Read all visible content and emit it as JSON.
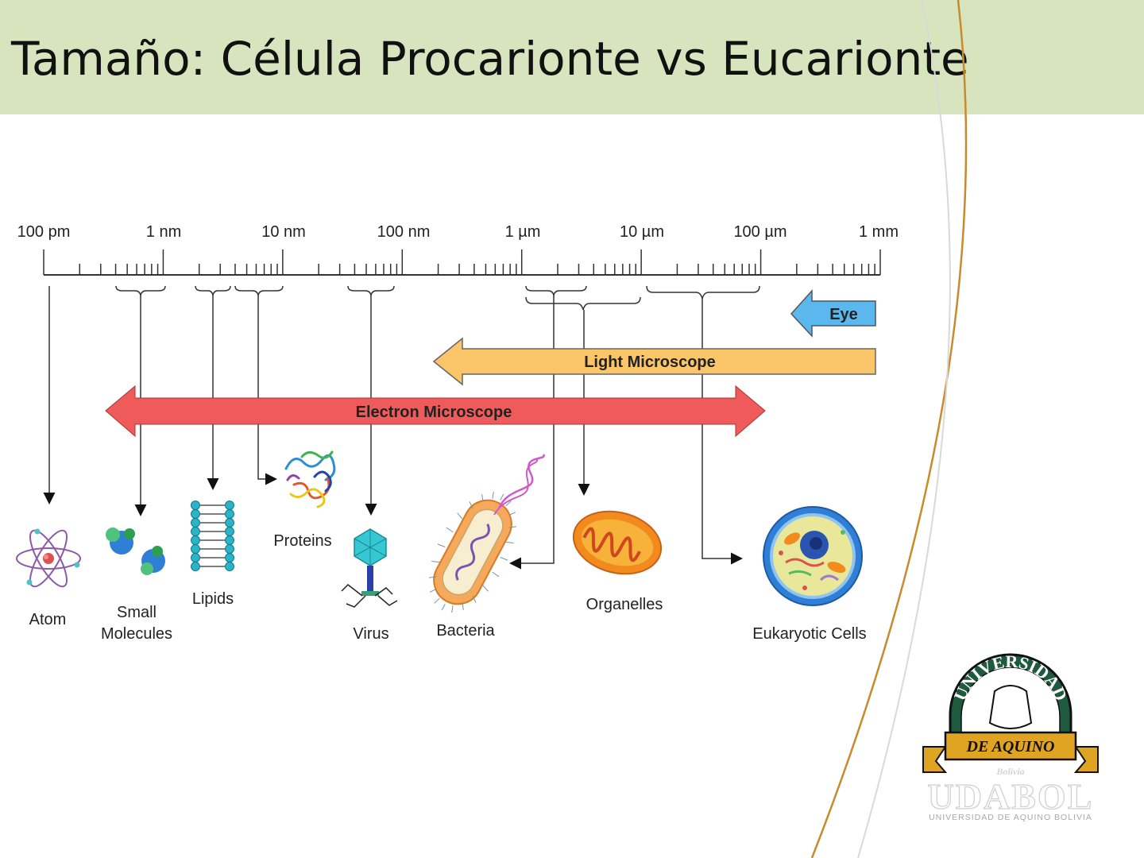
{
  "slide": {
    "title": "Tamaño: Célula Procarionte vs Eucarionte"
  },
  "diagram": {
    "scale_labels": [
      "100 pm",
      "1 nm",
      "10 nm",
      "100 nm",
      "1 µm",
      "10 µm",
      "100 µm",
      "1 mm"
    ],
    "ranges": {
      "eye": "Eye",
      "light": "Light Microscope",
      "electron": "Electron Microscope"
    },
    "items": {
      "atom": "Atom",
      "small_line1": "Small",
      "small_line2": "Molecules",
      "lipids": "Lipids",
      "proteins": "Proteins",
      "virus": "Virus",
      "bacteria": "Bacteria",
      "organelles": "Organelles",
      "eukaryotic": "Eukaryotic Cells"
    }
  },
  "logo": {
    "arc_text": "UNIVERSIDAD",
    "banner": "DE AQUINO",
    "country": "Bolivia",
    "acronym": "UDABOL",
    "subtitle": "UNIVERSIDAD DE AQUINO BOLIVIA"
  },
  "colors": {
    "title_band": "#d7e4bd",
    "eye_arrow": "#5bb8ee",
    "light_arrow": "#fbc56a",
    "electron_arrow": "#ef5b5b",
    "logo_green": "#1e5b3e",
    "logo_gold": "#e0a423"
  }
}
